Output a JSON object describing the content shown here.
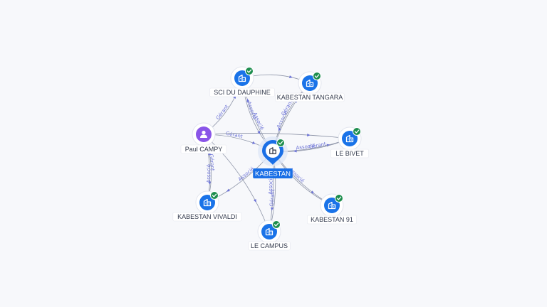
{
  "colors": {
    "company": "#1a73e8",
    "person": "#8a55e8",
    "verified": "#1e8e4e",
    "edge": "#8e95a8",
    "edge_label": "#6b72d6",
    "center_label_bg": "#1a6fe6"
  },
  "center": {
    "id": "kabestan",
    "label": "KABESTAN",
    "icon": "building-icon"
  },
  "nodes": [
    {
      "id": "sci",
      "label": "SCI DU DAUPHINE",
      "type": "company",
      "icon": "building-icon",
      "verified": true
    },
    {
      "id": "tangara",
      "label": "KABESTAN TANGARA",
      "type": "company",
      "icon": "building-icon",
      "verified": true
    },
    {
      "id": "paul",
      "label": "Paul CAMPY",
      "type": "person",
      "icon": "person-icon",
      "verified": false
    },
    {
      "id": "bivet",
      "label": "LE BIVET",
      "type": "company",
      "icon": "building-icon",
      "verified": true
    },
    {
      "id": "vivaldi",
      "label": "KABESTAN VIVALDI",
      "type": "company",
      "icon": "building-icon",
      "verified": true
    },
    {
      "id": "k91",
      "label": "KABESTAN 91",
      "type": "company",
      "icon": "building-icon",
      "verified": true
    },
    {
      "id": "campus",
      "label": "LE CAMPUS",
      "type": "company",
      "icon": "building-icon",
      "verified": true
    }
  ],
  "edges": [
    {
      "from": "paul",
      "to": "sci",
      "label": "Gérant"
    },
    {
      "from": "paul",
      "to": "kabestan",
      "label": "Gérant"
    },
    {
      "from": "paul",
      "to": "bivet",
      "label": ""
    },
    {
      "from": "paul",
      "to": "vivaldi",
      "label": "Gérant"
    },
    {
      "from": "paul",
      "to": "campus",
      "label": ""
    },
    {
      "from": "kabestan",
      "to": "sci",
      "label": "Associé"
    },
    {
      "from": "kabestan",
      "to": "tangara",
      "label": "Associé"
    },
    {
      "from": "kabestan",
      "to": "bivet",
      "label": "Associé"
    },
    {
      "from": "kabestan",
      "to": "k91",
      "label": "Associé"
    },
    {
      "from": "kabestan",
      "to": "campus",
      "label": "Associé"
    },
    {
      "from": "kabestan",
      "to": "vivaldi",
      "label": "Associé"
    },
    {
      "from": "sci",
      "to": "tangara",
      "label": ""
    },
    {
      "from": "sci",
      "to": "kabestan",
      "label": "Associé"
    },
    {
      "from": "vivaldi",
      "to": "paul",
      "label": "Associé"
    },
    {
      "from": "tangara",
      "to": "kabestan",
      "label": "Gérant"
    },
    {
      "from": "campus",
      "to": "kabestan",
      "label": "Gérant"
    },
    {
      "from": "bivet",
      "to": "kabestan",
      "label": "Gérant"
    },
    {
      "from": "k91",
      "to": "kabestan",
      "label": ""
    }
  ]
}
